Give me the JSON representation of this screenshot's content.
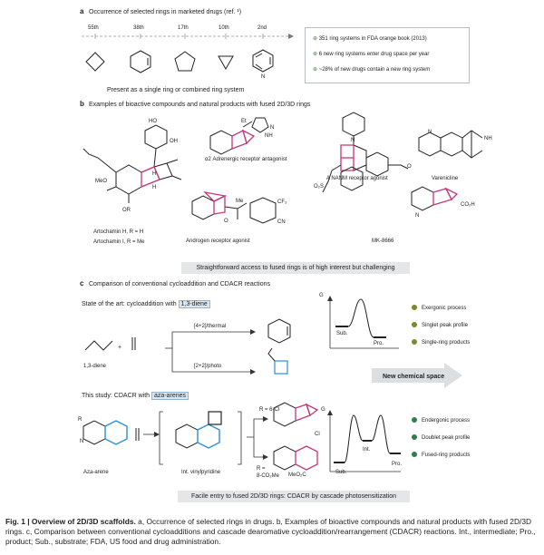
{
  "panel_a": {
    "letter": "a",
    "title": "Occurrence of selected rings in marketed drugs (ref. ¹)",
    "ranks": [
      "55th",
      "38th",
      "17th",
      "10th",
      "2nd"
    ],
    "ring_icons": [
      "cyclobutane-icon",
      "cyclohexene-icon",
      "cyclopentane-icon",
      "cyclopropane-icon",
      "pyridine-icon"
    ],
    "pyridine_atom": "N",
    "subtitle": "Present as a single ring or combined ring system",
    "facts": [
      "351 ring systems in FDA orange book (2013)",
      "6 new ring systems enter drug space per year",
      "~28% of new drugs contain a new ring system"
    ]
  },
  "panel_b": {
    "letter": "b",
    "title": "Examples of bioactive compounds and natural products with fused 2D/3D rings",
    "compounds": {
      "artochamin_h": "Artochamin H, R = H",
      "artochamin_i": "Artochamin I, R = Me",
      "alpha2": "α2 Adrenergic receptor antagonist",
      "nanm": "A NANM receptor agonist",
      "varenicline": "Varenicline",
      "androgen": "Androgen receptor agonist",
      "mk8666": "MK-8666"
    },
    "atoms": {
      "ho1": "HO",
      "oh1": "OH",
      "meo": "MeO",
      "or": "OR",
      "h1": "H",
      "h2": "H",
      "et": "Et",
      "n1": "N",
      "nh1": "NH",
      "n2": "N",
      "nh2": "NH",
      "n3": "N",
      "me": "Me",
      "cf3": "CF₃",
      "cn": "CN",
      "o1": "O",
      "so2": "O₂S",
      "o2": "O",
      "co2h": "CO₂H",
      "n4": "N"
    },
    "banner": "Straightforward access to fused rings is of high interest but challenging"
  },
  "panel_c": {
    "letter": "c",
    "title": "Comparison of conventional cycloaddition and CDACR reactions",
    "state_prefix": "State of the art: cycloaddition with",
    "state_highlight": "1,3-diene",
    "thermal": "[4+2]/thermal",
    "photo": "[2+2]/photo",
    "diene_label": "1,3-diene",
    "plus": "+",
    "g_label": "G",
    "sub": "Sub.",
    "pro": "Pro.",
    "int": "Int.",
    "conv_points": [
      {
        "text": "Exergonic process",
        "color": "#7a8a2a"
      },
      {
        "text": "Singlet peak profile",
        "color": "#7a8a2a"
      },
      {
        "text": "Single-ring products",
        "color": "#7a8a2a"
      }
    ],
    "new_space": "New chemical space",
    "study_prefix": "This study: CDACR with",
    "study_highlight": "aza-arenes",
    "r_label": "R",
    "n_label": "N",
    "aza_arene": "Aza-arene",
    "int_vinyl": "Int. vinylpyridine",
    "r6cl": "R = 6-Cl",
    "r8": "R =",
    "r8b": "8-CO₂Me",
    "cl": "Cl",
    "meo2c": "MeO₂C",
    "study_points": [
      {
        "text": "Endergonic process",
        "color": "#2e7d4a"
      },
      {
        "text": "Doublet peak profile",
        "color": "#2e7d4a"
      },
      {
        "text": "Fused-ring products",
        "color": "#2e7d4a"
      }
    ],
    "banner": "Facile entry to fused 2D/3D rings: CDACR by cascade photosensitization"
  },
  "caption": {
    "fig": "Fig. 1 | Overview of 2D/3D scaffolds.",
    "body": " a, Occurrence of selected rings in drugs. b, Examples of bioactive compounds and natural products with fused 2D/3D rings. c, Comparison between conventional cycloadditions and cascade dearomative cycloaddition/rearrangement (CDACR) reactions. Int., intermediate; Pro., product; Sub., substrate; FDA, US food and drug administration."
  },
  "colors": {
    "accent_pink": "#c2377a",
    "accent_blue": "#2a8fd6",
    "band_gray": "#e4e6e8",
    "green": "#3b8a3f"
  }
}
